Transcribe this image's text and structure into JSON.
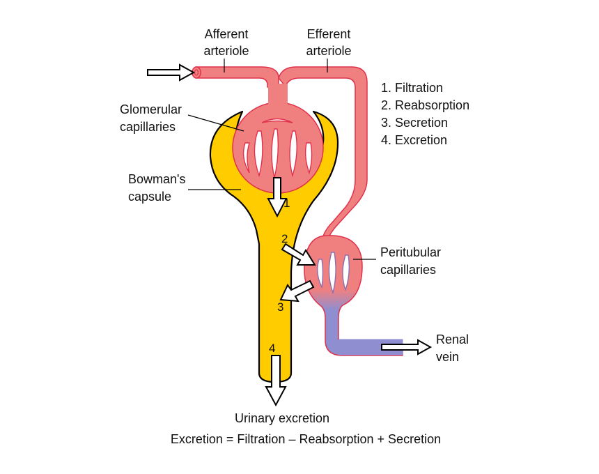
{
  "labels": {
    "afferent_line1": "Afferent",
    "afferent_line2": "arteriole",
    "efferent_line1": "Efferent",
    "efferent_line2": "arteriole",
    "glomerular_line1": "Glomerular",
    "glomerular_line2": "capillaries",
    "bowmans_line1": "Bowman's",
    "bowmans_line2": "capsule",
    "peritubular_line1": "Peritubular",
    "peritubular_line2": "capillaries",
    "renal_line1": "Renal",
    "renal_line2": "vein",
    "urinary": "Urinary excretion",
    "equation": "Excretion = Filtration – Reabsorption + Secretion"
  },
  "processes": [
    "1. Filtration",
    "2. Reabsorption",
    "3. Secretion",
    "4. Excretion"
  ],
  "step_numbers": [
    "1",
    "2",
    "3",
    "4"
  ],
  "colors": {
    "arterial": "#f08080",
    "vessel_outline": "#e0304a",
    "venous": "#8e8ed0",
    "capsule": "#ffcc00",
    "outline": "#000000"
  }
}
